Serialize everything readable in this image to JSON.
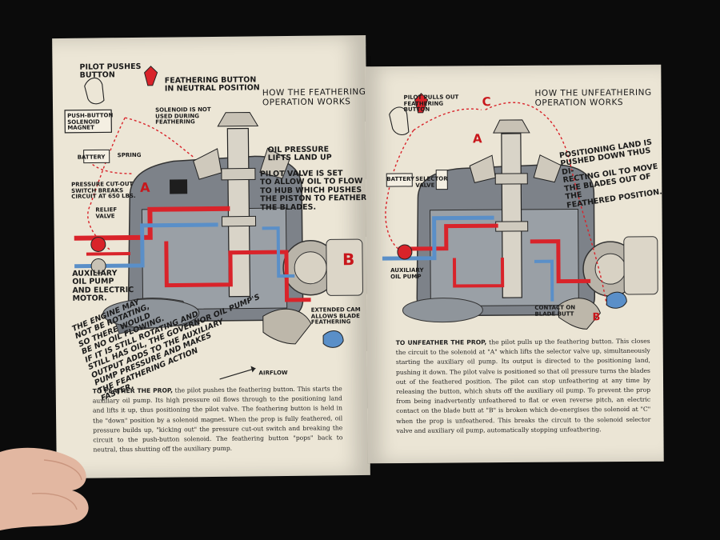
{
  "left_page": {
    "title": "HOW THE FEATHERING\nOPERATION WORKS",
    "labels": {
      "pilot_pushes": "PILOT PUSHES\nBUTTON",
      "feathering_button": "FEATHERING BUTTON\nIN NEUTRAL POSITION",
      "solenoid": "SOLENOID IS NOT\nUSED DURING\nFEATHERING",
      "push_button": "PUSH-BUTTON\nSOLENOID\nMAGNET",
      "battery": "BATTERY",
      "spring": "SPRING",
      "oil_pressure": "OIL PRESSURE\nLIFTS LAND UP",
      "pilot_valve": "PILOT VALVE IS SET\nTO ALLOW OIL TO FLOW\nTO HUB WHICH PUSHES\nTHE PISTON TO FEATHER\nTHE BLADES.",
      "pressure_cutout": "PRESSURE CUT-OUT\nSWITCH BREAKS\nCIRCUIT AT 650 LBS.",
      "relief_valve": "RELIEF\nVALVE",
      "aux_pump": "AUXILIARY\nOIL PUMP\nAND ELECTRIC\nMOTOR.",
      "engine_note": "THE ENGINE MAY\nNOT BE ROTATING,\nSO THERE WOULD\nBE NO OIL FLOWING.\nIF IT IS STILL ROTATING AND\nSTILL HAS OIL, THE GOVERNOR OIL PUMP'S\nOUTPUT ADDS TO THE AUXILIARY\nPUMP PRESSURE AND MAKES\nTHE FEATHERING ACTION\nFASTER.",
      "airflow": "AIRFLOW",
      "extended_cam": "EXTENDED CAM\nALLOWS BLADE\nFEATHERING",
      "marker_a": "A",
      "marker_b": "B"
    },
    "body_lead": "TO FEATHER THE PROP,",
    "body": " the pilot pushes the feathering button. This starts the auxiliary oil pump. Its high pressure oil flows through to the positioning land and lifts it up, thus positioning the pilot valve. The feathering button is held in the \"down\" position by a solenoid magnet. When the prop is fully feathered, oil pressure builds up, \"kicking out\" the pressure cut-out switch and breaking the circuit to the push-button solenoid. The feathering button \"pops\" back to neutral, thus shutting off the auxiliary pump."
  },
  "right_page": {
    "title": "HOW THE UNFEATHERING\nOPERATION WORKS",
    "labels": {
      "pilot_pulls": "PILOT PULLS OUT\nFEATHERING\nBUTTON",
      "battery": "BATTERY",
      "selector_valve": "SELECTOR\nVALVE",
      "positioning": "POSITIONING LAND IS\nPUSHED DOWN THUS DI-\nRECTING OIL TO MOVE\nTHE BLADES OUT OF THE\nFEATHERED POSITION.",
      "aux_pump": "AUXILIARY\nOIL PUMP",
      "contact": "CONTACT ON\nBLADE BUTT",
      "marker_a": "A",
      "marker_b": "B",
      "marker_c": "C"
    },
    "body_lead": "TO UNFEATHER THE PROP,",
    "body": " the pilot pulls up the feathering button. This closes the circuit to the solenoid at \"A\" which lifts the selector valve up, simultaneously starting the auxiliary oil pump. Its output is directed to the positioning land, pushing it down. The pilot valve is positioned so that oil pressure turns the blades out of the feathered position. The pilot can stop unfeathering at any time by releasing the button, which shuts off the auxiliary oil pump. To prevent the prop from being inadvertently unfeathered to flat or even reverse pitch, an electric contact on the blade butt at \"B\" is broken which de-energises the solenoid at \"C\" when the prop is unfeathered. This breaks the circuit to the solenoid selector valve and auxiliary oil pump, automatically stopping unfeathering."
  },
  "colors": {
    "background": "#0b0b0b",
    "paper": "#ece6d6",
    "oil_red": "#d9232a",
    "oil_blue": "#5a8fc8",
    "housing_grey": "#7d8289"
  }
}
